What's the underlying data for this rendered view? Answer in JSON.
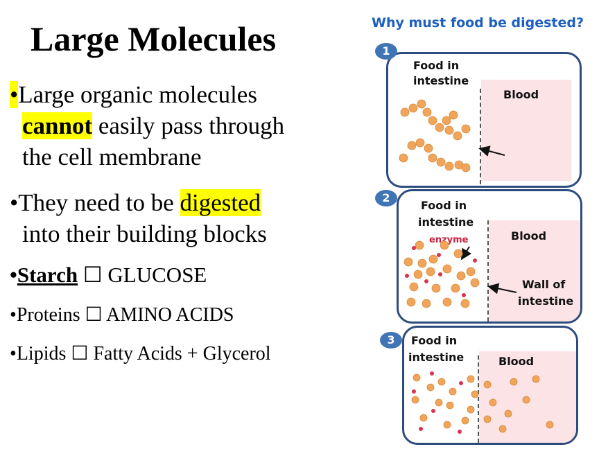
{
  "slide": {
    "title": "Large Molecules",
    "bullets": {
      "b1_line1": "Large organic molecules",
      "b1_cannot": "cannot",
      "b1_line2_rest": " easily pass through",
      "b1_line3": "the cell membrane",
      "b2_line1_pre": "They need to be ",
      "b2_digested": "digested",
      "b2_line2": "into their building blocks",
      "b3_starch": "Starch",
      "b3_rest": " ☐ GLUCOSE",
      "b4": "Proteins ☐ AMINO ACIDS",
      "b5": "Lipids ☐ Fatty Acids + Glycerol"
    },
    "bullet_char": "•"
  },
  "diagram": {
    "title": "Why must food be digested?",
    "panels": [
      {
        "number": "1",
        "food_label_1": "Food in",
        "food_label_2": "intestine",
        "blood_label": "Blood"
      },
      {
        "number": "2",
        "food_label_1": "Food in",
        "food_label_2": "intestine",
        "blood_label": "Blood",
        "enzyme_label": "enzyme",
        "wall_label_1": "Wall of",
        "wall_label_2": "intestine"
      },
      {
        "number": "3",
        "food_label_1": "Food in",
        "food_label_2": "intestine",
        "blood_label": "Blood"
      }
    ],
    "colors": {
      "title": "#1b5fbf",
      "panel_border": "#2d4c7d",
      "badge": "#3f74b5",
      "blood": "#fbe3e6",
      "molecule": "#f0a55b",
      "enzyme": "#c81e3a",
      "highlight": "#ffff00"
    }
  }
}
